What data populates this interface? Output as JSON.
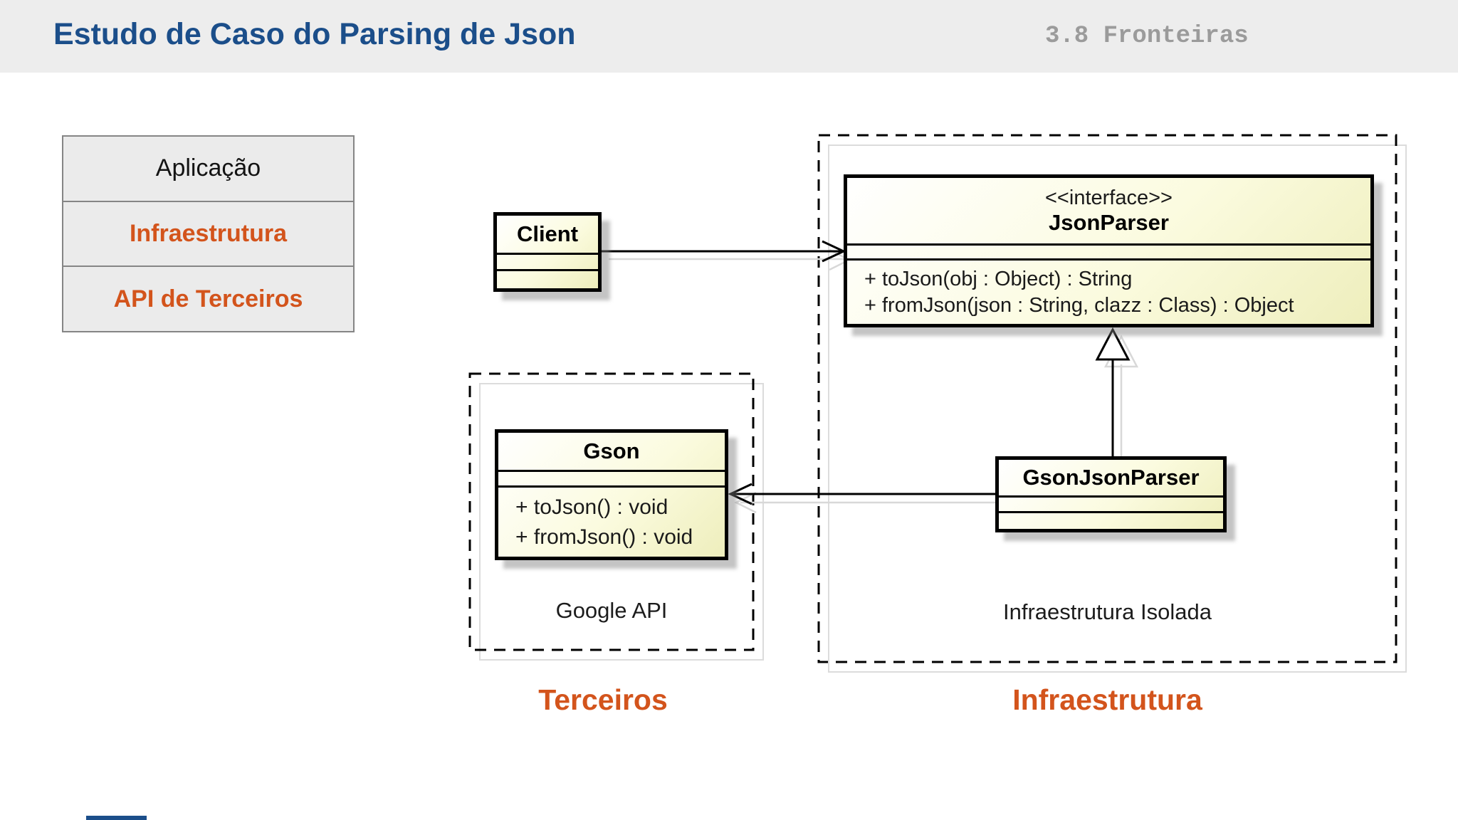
{
  "header": {
    "title": "Estudo de Caso do Parsing de Json",
    "section": "3.8 Fronteiras"
  },
  "layers_table": {
    "rows": [
      {
        "label": "Aplicação",
        "accent": false
      },
      {
        "label": "Infraestrutura",
        "accent": true
      },
      {
        "label": "API de Terceiros",
        "accent": true
      }
    ]
  },
  "diagram": {
    "client": {
      "name": "Client"
    },
    "json_parser": {
      "stereotype": "<<interface>>",
      "name": "JsonParser",
      "methods": [
        "+ toJson(obj : Object) : String",
        "+ fromJson(json : String, clazz : Class) : Object"
      ]
    },
    "gson": {
      "name": "Gson",
      "methods": [
        "+ toJson() : void",
        "+ fromJson() : void"
      ]
    },
    "gson_json_parser": {
      "name": "GsonJsonParser"
    },
    "packages": {
      "google_api": {
        "label": "Google API"
      },
      "isolated_infra": {
        "label": "Infraestrutura Isolada"
      }
    },
    "relations": [
      {
        "from": "Client",
        "to": "JsonParser",
        "type": "association-arrow"
      },
      {
        "from": "GsonJsonParser",
        "to": "JsonParser",
        "type": "realization-triangle"
      },
      {
        "from": "GsonJsonParser",
        "to": "Gson",
        "type": "association-arrow"
      }
    ]
  },
  "footer": {
    "terceiros": "Terceiros",
    "infraestrutura": "Infraestrutura"
  },
  "colors": {
    "accent_orange": "#d3541c",
    "title_blue": "#1b4e8a",
    "section_gray": "#9b9b9b",
    "header_bg": "#ededed",
    "table_bg": "#ebebeb",
    "class_fill_top": "#ffffff",
    "class_fill_bottom": "#eeeebc",
    "class_border": "#000000"
  }
}
